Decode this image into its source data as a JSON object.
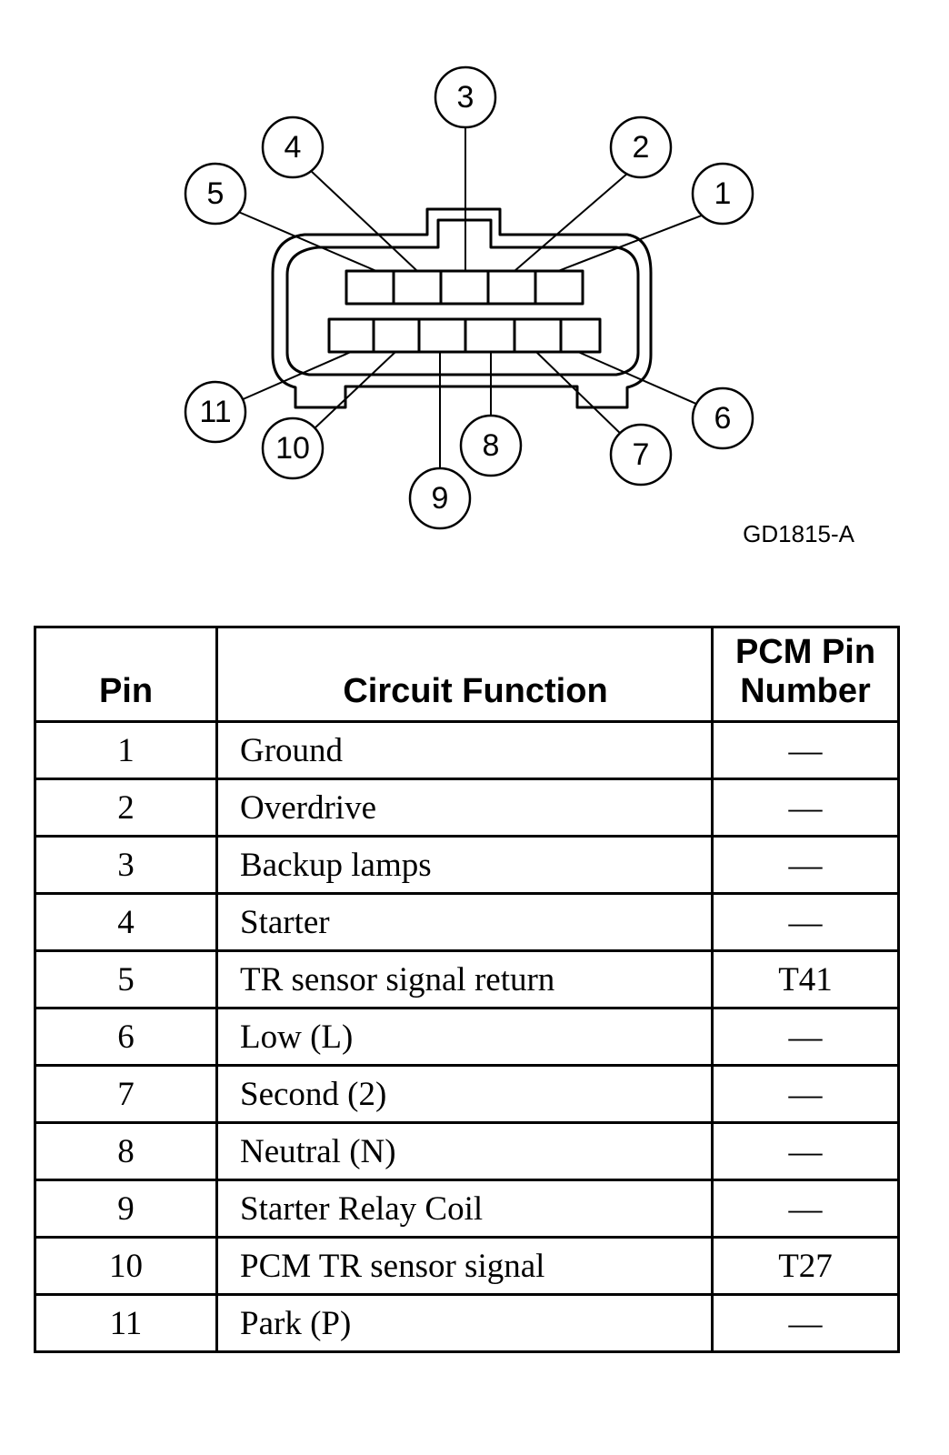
{
  "diagram": {
    "figure_code": "GD1815-A",
    "callouts": [
      "1",
      "2",
      "3",
      "4",
      "5",
      "6",
      "7",
      "8",
      "9",
      "10",
      "11"
    ]
  },
  "table": {
    "headers": {
      "pin": "Pin",
      "circuit_function": "Circuit Function",
      "pcm_pin_line1": "PCM Pin",
      "pcm_pin_line2": "Number"
    },
    "rows": [
      {
        "pin": "1",
        "function": "Ground",
        "pcm": "—"
      },
      {
        "pin": "2",
        "function": "Overdrive",
        "pcm": "—"
      },
      {
        "pin": "3",
        "function": "Backup lamps",
        "pcm": "—"
      },
      {
        "pin": "4",
        "function": "Starter",
        "pcm": "—"
      },
      {
        "pin": "5",
        "function": "TR sensor signal return",
        "pcm": "T41"
      },
      {
        "pin": "6",
        "function": "Low (L)",
        "pcm": "—"
      },
      {
        "pin": "7",
        "function": "Second (2)",
        "pcm": "—"
      },
      {
        "pin": "8",
        "function": "Neutral (N)",
        "pcm": "—"
      },
      {
        "pin": "9",
        "function": "Starter Relay Coil",
        "pcm": "—"
      },
      {
        "pin": "10",
        "function": "PCM TR sensor signal",
        "pcm": "T27"
      },
      {
        "pin": "11",
        "function": "Park (P)",
        "pcm": "—"
      }
    ]
  }
}
